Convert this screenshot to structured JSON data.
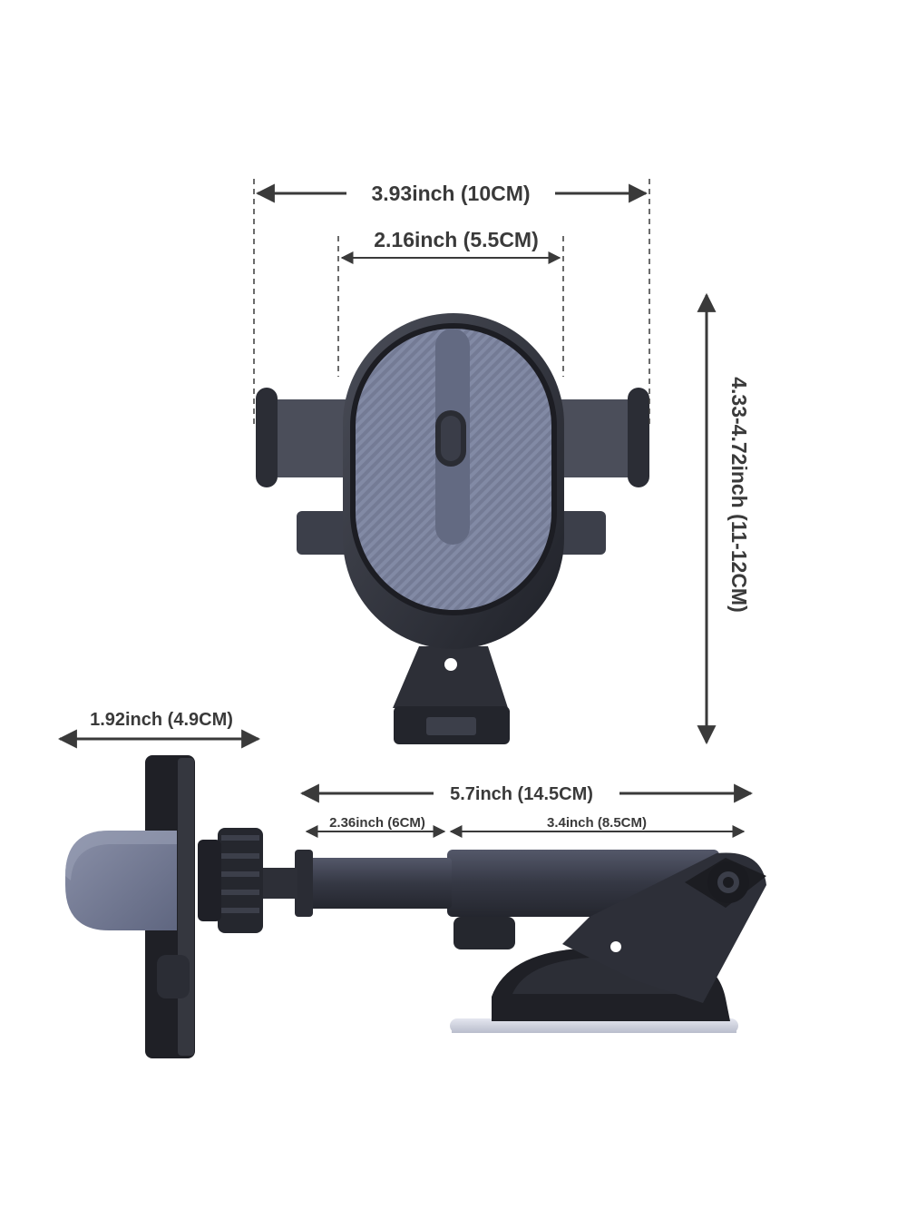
{
  "dimensions": {
    "outer_width": "3.93inch (10CM)",
    "inner_width": "2.16inch (5.5CM)",
    "height_range": "4.33-4.72inch (11-12CM)",
    "clamp_depth": "1.92inch (4.9CM)",
    "total_length": "5.7inch (14.5CM)",
    "arm_extension": "2.36inch (6CM)",
    "base_length": "3.4inch (8.5CM)"
  },
  "colors": {
    "body": "#2f3139",
    "panel": "#6f7690",
    "line": "#3a3a3a"
  },
  "icons": [
    "arrow-icon"
  ]
}
